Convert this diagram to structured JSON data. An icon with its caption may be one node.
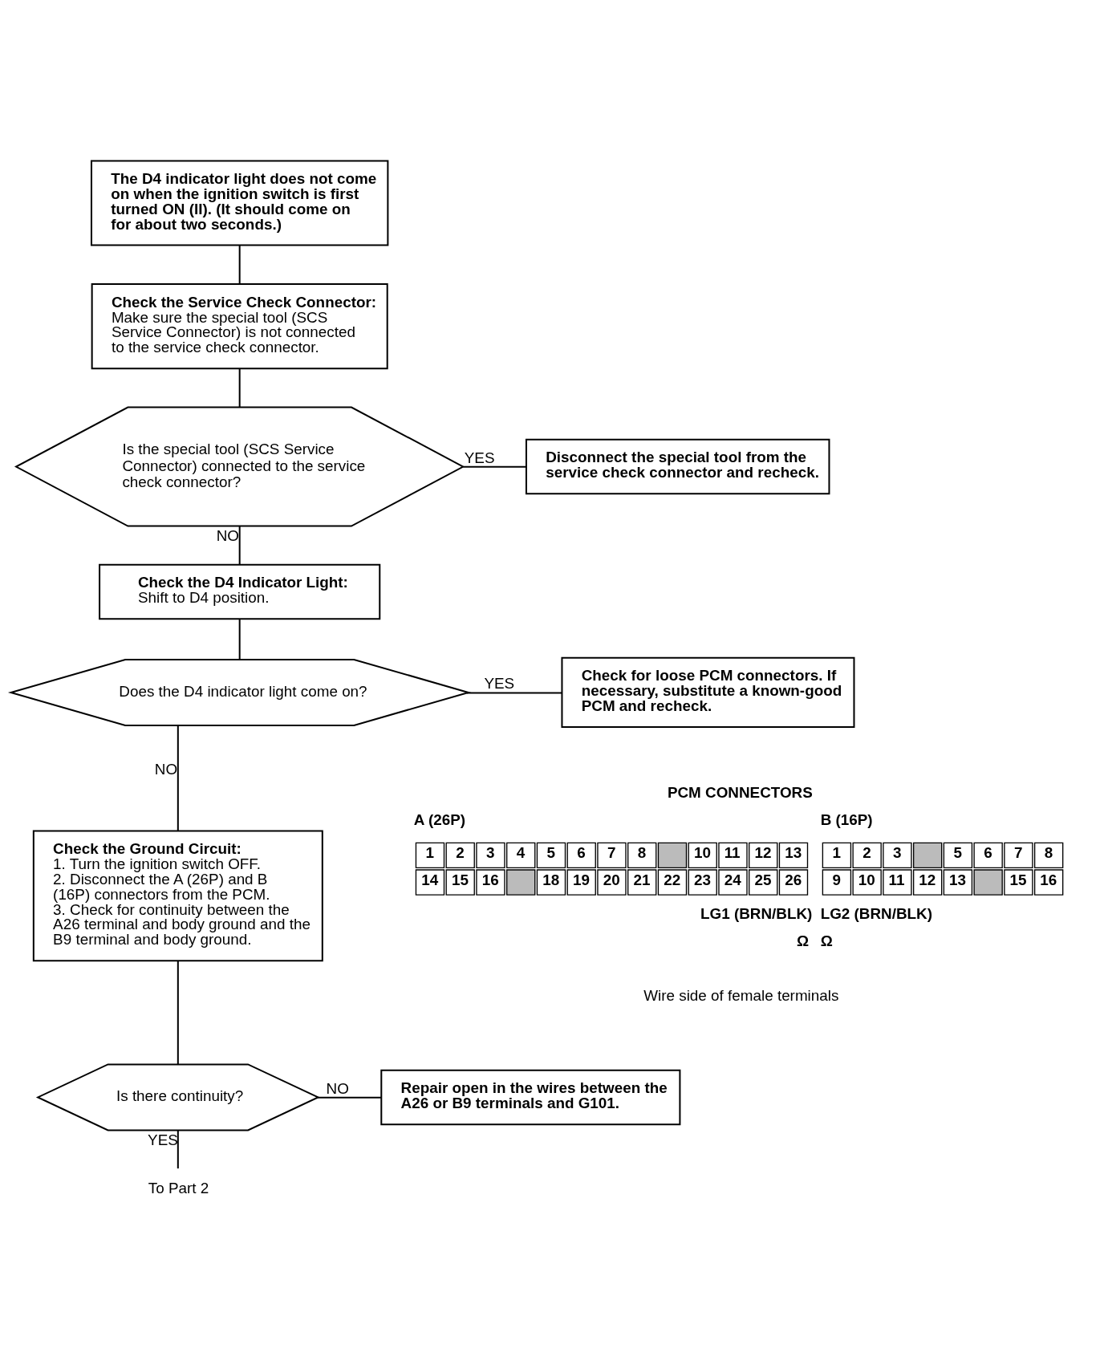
{
  "diagram": {
    "nodes": [
      {
        "text": [
          "The D4 indicator light does not come on when the ignition switch is first turned ON (II). (It should come on for about two seconds.)"
        ]
      },
      {
        "text": [
          "Check the Service Check Connector:",
          "Make sure the special tool (SCS Service Connector) is not connected to the service check connector."
        ]
      },
      {
        "text": [
          "Is the special tool (SCS Service Connector) connected to the service check connector?"
        ]
      },
      {
        "text": [
          "Disconnect the special tool from the service check connector and recheck."
        ]
      },
      {
        "text": [
          "Check the D4 Indicator Light:",
          "Shift to D4 position."
        ]
      },
      {
        "text": [
          "Does the D4 indicator light come on?"
        ]
      },
      {
        "text": [
          "Check for loose PCM connectors. If necessary, substitute a known-good PCM and recheck."
        ]
      },
      {
        "text": [
          "Check the Ground Circuit:",
          "1. Turn the ignition switch OFF.",
          "2. Disconnect the A (26P) and B (16P) connectors from the PCM.",
          "3. Check for continuity between the A26 terminal and body ground and the B9 terminal and body ground."
        ]
      },
      {
        "text": [
          "Is there continuity?"
        ]
      },
      {
        "text": [
          "Repair open in the wires between the A26 or B9 terminals and G101."
        ]
      },
      {
        "text": [
          "To Part 2"
        ]
      }
    ],
    "edges": [
      {
        "from": 0,
        "to": 1,
        "arrow": "none"
      },
      {
        "from": 1,
        "to": 2,
        "arrow": "none"
      },
      {
        "from": 2,
        "to": 3,
        "arrow": "none",
        "label": "YES"
      },
      {
        "from": 2,
        "to": 4,
        "arrow": "none",
        "label": "NO"
      },
      {
        "from": 4,
        "to": 5,
        "arrow": "none"
      },
      {
        "from": 5,
        "to": 6,
        "arrow": "none",
        "label": "YES"
      },
      {
        "from": 5,
        "to": 7,
        "arrow": "none",
        "label": "NO"
      },
      {
        "from": 7,
        "to": 8,
        "arrow": "none"
      },
      {
        "from": 8,
        "to": 9,
        "arrow": "none",
        "label": "NO"
      },
      {
        "from": 8,
        "to": 10,
        "arrow": "none",
        "label": "YES"
      }
    ],
    "labels": [
      "PCM CONNECTORS",
      "A (26P)",
      "B (16P)",
      "1",
      "2",
      "3",
      "4",
      "5",
      "6",
      "7",
      "8",
      "10",
      "11",
      "12",
      "13",
      "1",
      "2",
      "3",
      "5",
      "6",
      "7",
      "8",
      "14",
      "15",
      "16",
      "18",
      "19",
      "20",
      "21",
      "22",
      "23",
      "24",
      "25",
      "26",
      "9",
      "10",
      "11",
      "12",
      "13",
      "15",
      "16",
      "LG1 (BRN/BLK)",
      "LG2 (BRN/BLK)",
      "Ω",
      "Ω",
      "Wire side of female terminals"
    ]
  }
}
